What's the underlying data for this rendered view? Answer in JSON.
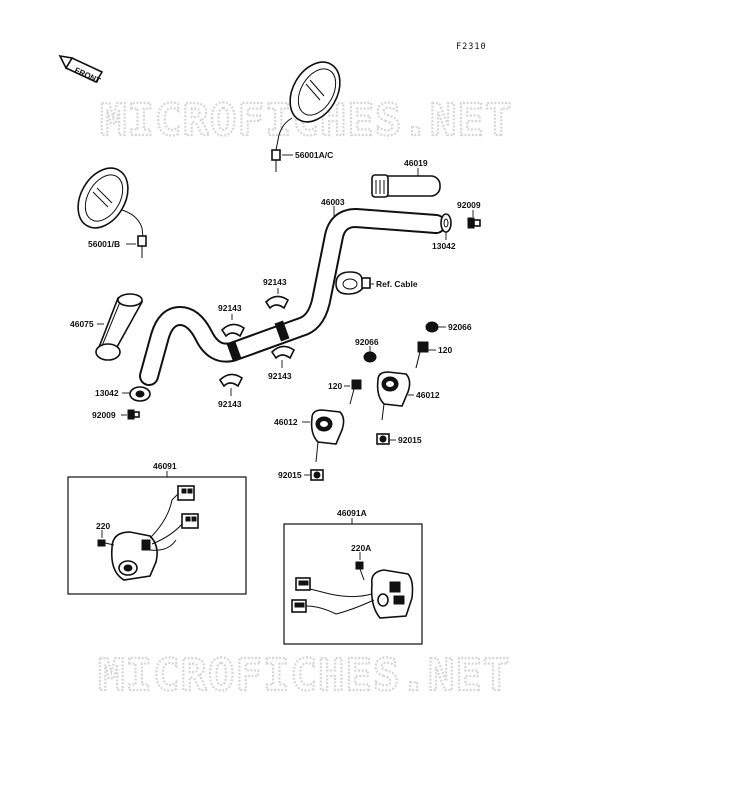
{
  "figure_code": "F2310",
  "front_label": "FRONT",
  "watermark": "MICROFICHES.NET",
  "labels": {
    "p56001ac": "56001A/C",
    "p56001b": "56001/B",
    "p46019": "46019",
    "p46003": "46003",
    "p92009_top": "92009",
    "p13042_top": "13042",
    "p92143_a": "92143",
    "p92143_b": "92143",
    "p92143_c": "92143",
    "p92143_d": "92143",
    "ref_cable": "Ref. Cable",
    "p46075": "46075",
    "p13042_left": "13042",
    "p92009_left": "92009",
    "p92066_right": "92066",
    "p92066_mid": "92066",
    "p120_right": "120",
    "p120_mid": "120",
    "p46012_right": "46012",
    "p46012_left": "46012",
    "p92015_right": "92015",
    "p92015_left": "92015",
    "p46091": "46091",
    "p220": "220",
    "p46091a": "46091A",
    "p220a": "220A"
  }
}
